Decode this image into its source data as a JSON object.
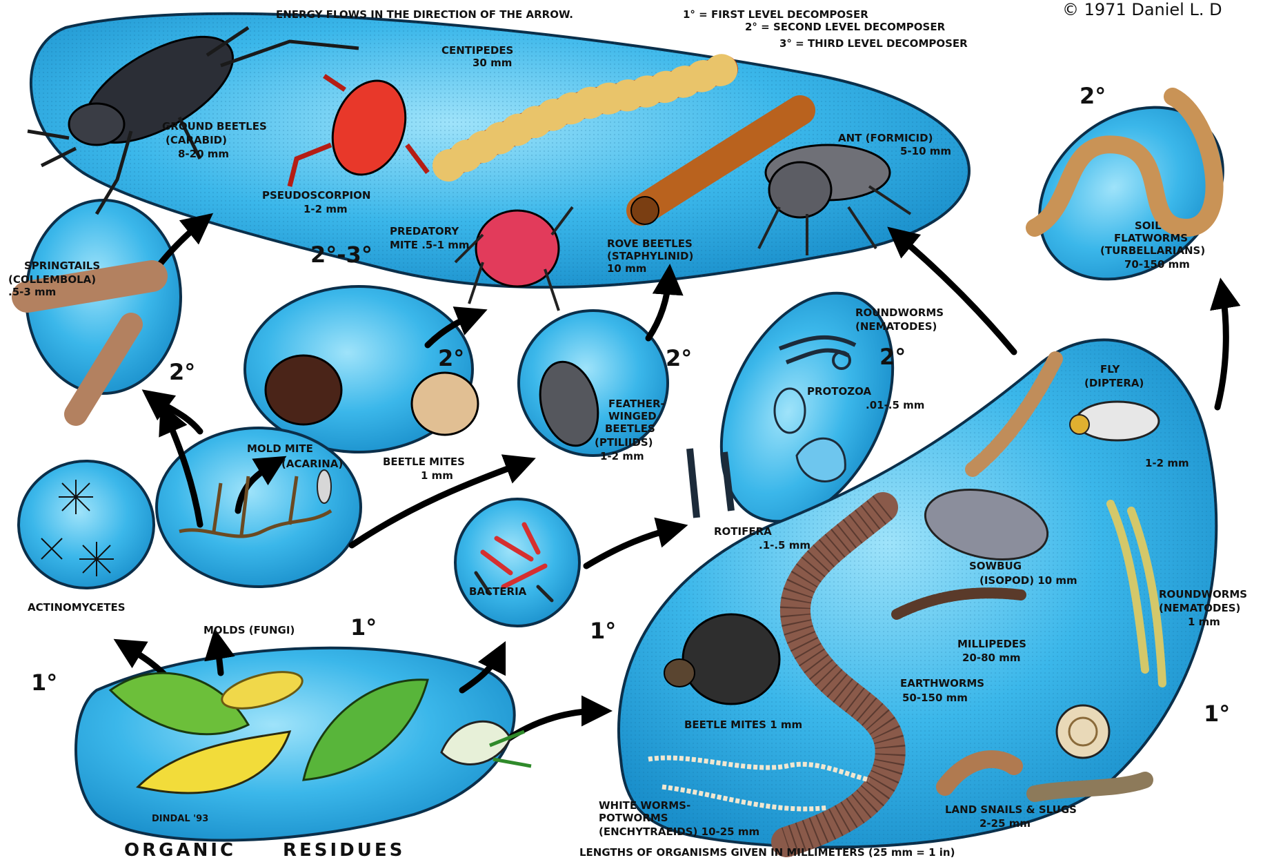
{
  "header": {
    "energy_note": "ENERGY FLOWS IN THE DIRECTION OF THE ARROW.",
    "legend": [
      "1° = FIRST LEVEL DECOMPOSER",
      "2° = SECOND LEVEL DECOMPOSER",
      "3° = THIRD LEVEL DECOMPOSER"
    ],
    "copyright": "© 1971 Daniel L. D"
  },
  "footer": {
    "note": "LENGTHS OF ORGANISMS GIVEN IN MILLIMETERS (25 mm = 1 in)"
  },
  "signature": "DINDAL '93",
  "levels": {
    "top": "2°-3°",
    "springtails": "2°",
    "mites": "2°",
    "feather": "2°",
    "nematodes_top": "2°",
    "flatworms": "2°",
    "molds": "1°",
    "bacteria": "1°",
    "actinomycetes": "1°",
    "right": "1°"
  },
  "organisms": {
    "ground_beetles": [
      "GROUND BEETLES",
      "(CARABID)",
      "8-20 mm"
    ],
    "pseudoscorpion": [
      "PSEUDOSCORPION",
      "1-2 mm"
    ],
    "centipedes": [
      "CENTIPEDES",
      "30 mm"
    ],
    "predatory_mite": [
      "PREDATORY",
      "MITE .5-1 mm"
    ],
    "rove_beetles": [
      "ROVE BEETLES",
      "(STAPHYLINID)",
      "10 mm"
    ],
    "ant": [
      "ANT (FORMICID)",
      "5-10 mm"
    ],
    "flatworms": [
      "SOIL",
      "FLATWORMS",
      "(TURBELLARIANS)",
      "70-150 mm"
    ],
    "springtails": [
      "SPRINGTAILS",
      "(COLLEMBOLA)",
      ".5-3 mm"
    ],
    "mold_mite": [
      "MOLD MITE",
      "(ACARINA)"
    ],
    "beetle_mites_small": [
      "BEETLE MITES",
      "1 mm"
    ],
    "feather_beetles": [
      "FEATHER-",
      "WINGED",
      "BEETLES",
      "(PTILIIDS)",
      "1-2 mm"
    ],
    "nematodes_top": [
      "ROUNDWORMS",
      "(NEMATODES)"
    ],
    "protozoa": [
      "PROTOZOA",
      ".01-.5 mm"
    ],
    "rotifera": [
      "ROTIFERA",
      ".1-.5 mm"
    ],
    "actinomycetes": [
      "ACTINOMYCETES"
    ],
    "molds": [
      "MOLDS (FUNGI)"
    ],
    "bacteria": [
      "BACTERIA"
    ],
    "fly": [
      "FLY",
      "(DIPTERA)",
      "1-2 mm"
    ],
    "sowbug": [
      "SOWBUG",
      "(ISOPOD) 10 mm"
    ],
    "nematodes_right": [
      "ROUNDWORMS",
      "(NEMATODES)",
      "1 mm"
    ],
    "millipedes": [
      "MILLIPEDES",
      "20-80 mm"
    ],
    "earthworms": [
      "EARTHWORMS",
      "50-150 mm"
    ],
    "beetle_mites_large": [
      "BEETLE MITES 1 mm"
    ],
    "white_worms": [
      "WHITE WORMS-",
      "POTWORMS",
      "(ENCHYTRAEIDS) 10-25 mm"
    ],
    "snails": [
      "LAND SNAILS & SLUGS",
      "2-25 mm"
    ],
    "organic": [
      "ORGANIC",
      "RESIDUES"
    ]
  },
  "colors": {
    "pool_fill": "#23a9e3",
    "pool_light": "#8fdcf7",
    "pool_edge": "#0b4f78",
    "arrow": "#000000"
  }
}
